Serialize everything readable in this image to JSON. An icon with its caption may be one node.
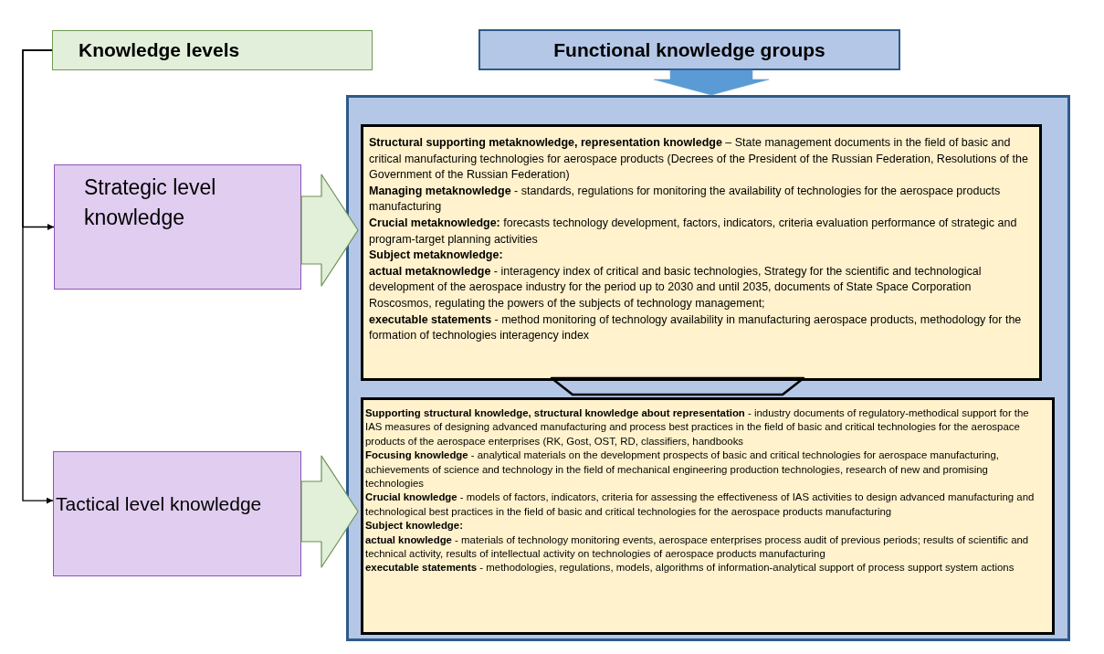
{
  "diagram": {
    "nodes": [
      {
        "text": [
          "Knowledge levels"
        ]
      },
      {
        "text": [
          "Strategic level knowledge"
        ]
      },
      {
        "text": [
          "Tactical level knowledge"
        ]
      },
      {
        "text": [
          "Functional knowledge groups"
        ]
      },
      {
        "text": [],
        "shape": "box"
      },
      {
        "text": [
          "**Structural supporting metaknowledge, representation knowledge** – State management documents in the field of basic and critical manufacturing technologies for aerospace products (Decrees of the President of the Russian Federation, Resolutions of the Government of the Russian Federation)",
          "**Managing metaknowledge** - standards, regulations for monitoring the availability of technologies for the aerospace products manufacturing",
          "**Crucial metaknowledge:** forecasts technology development, factors, indicators, criteria evaluation performance of strategic and program-target planning activities",
          "Subject metaknowledge:",
          "**actual metaknowledge** - interagency index of critical and basic technologies, Strategy for the scientific and technological development of the aerospace industry for the period up to 2030 and until 2035, documents of State Space Corporation Roscosmos, regulating the powers of the subjects of technology management;",
          "**executable statements** - method monitoring of technology availability in manufacturing aerospace products, methodology for the formation of technologies interagency index"
        ],
        "in": 4
      },
      {
        "text": [
          "**Supporting structural knowledge, structural knowledge about representation** - industry documents of regulatory-methodical support for the IAS measures of designing advanced manufacturing and process best practices in the field of basic and critical technologies for the aerospace products of the aerospace enterprises (RK, Gost, OST, RD, classifiers, handbooks",
          "**Focusing knowledge** - analytical materials on the development prospects of basic and critical technologies for aerospace manufacturing, achievements of science and technology in the field of mechanical engineering production technologies, research of new and promising technologies",
          "**Crucial knowledge** - models of factors, indicators, criteria for assessing the effectiveness of IAS activities to design advanced manufacturing and technological best practices in the field of basic and critical technologies for the aerospace products manufacturing",
          "Subject knowledge:",
          "**actual knowledge** - materials of technology monitoring events, aerospace enterprises process audit of previous periods; results of scientific and technical activity, results of intellectual activity on technologies of aerospace products manufacturing",
          "**executable statements** - methodologies, regulations, models, algorithms of information-analytical support of process support system actions"
        ],
        "in": 4
      }
    ],
    "edges": [
      {
        "from": 0,
        "to": 1,
        "arrow": "to"
      },
      {
        "from": 0,
        "to": 2,
        "arrow": "to"
      },
      {
        "from": 1,
        "to": 5,
        "arrow": "to",
        "style": "thick",
        "color": "#e2efd9"
      },
      {
        "from": 2,
        "to": 6,
        "arrow": "to",
        "style": "thick",
        "color": "#e2efd9"
      },
      {
        "from": 3,
        "to": 4,
        "arrow": "to",
        "style": "thick",
        "color": "#5b9bd5"
      },
      {
        "from": 5,
        "to": 6,
        "arrow": "none",
        "style": "thick"
      }
    ]
  }
}
